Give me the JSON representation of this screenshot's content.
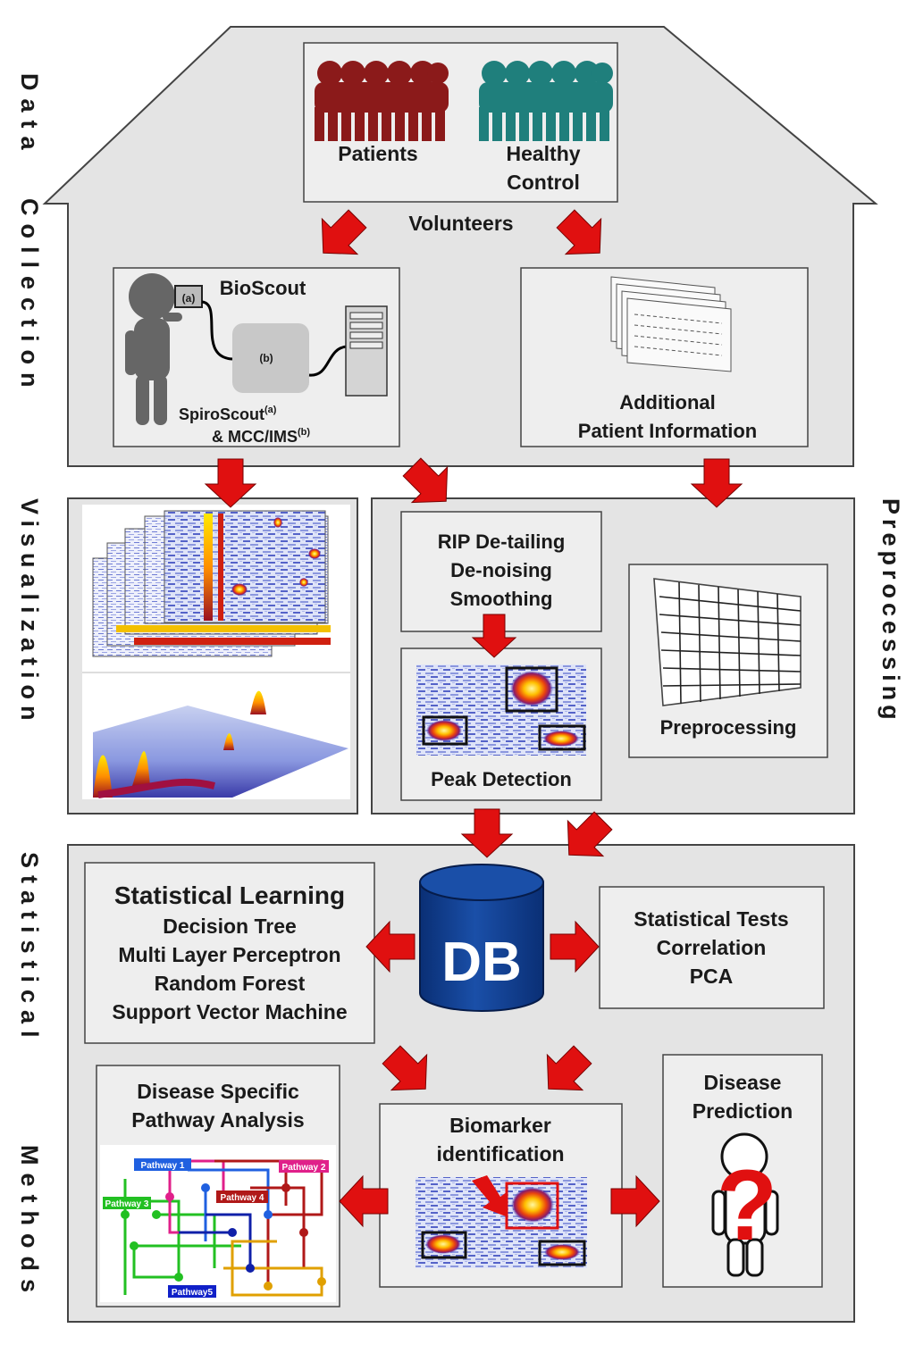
{
  "side_labels": {
    "data_collection": [
      "Data",
      "Collection"
    ],
    "visualization": "Visualization",
    "preprocessing": "Preprocessing",
    "statistical_methods": [
      "Statistical",
      "Methods"
    ]
  },
  "collection": {
    "patients": "Patients",
    "healthy": [
      "Healthy",
      "Control"
    ],
    "volunteers": "Volunteers",
    "bioscout": "BioScout",
    "label_a": "(a)",
    "label_b": "(b)",
    "spiroscout": "SpiroScout",
    "spiroscout_sup": "(a)",
    "mcc": "& MCC/IMS",
    "mcc_sup": "(b)",
    "additional": [
      "Additional",
      "Patient Information"
    ]
  },
  "preprocessing": {
    "steps": [
      "RIP De-tailing",
      "De-noising",
      "Smoothing"
    ],
    "peak_detection": "Peak Detection",
    "preprocessing": "Preprocessing"
  },
  "statistics": {
    "learning_title": "Statistical Learning",
    "learning_methods": [
      "Decision Tree",
      "Multi Layer Perceptron",
      "Random Forest",
      "Support Vector Machine"
    ],
    "db": "DB",
    "tests": [
      "Statistical Tests",
      "Correlation",
      "PCA"
    ],
    "pathway_title": [
      "Disease Specific",
      "Pathway Analysis"
    ],
    "pathways": [
      "Pathway 1",
      "Pathway 2",
      "Pathway 3",
      "Pathway 4",
      "Pathway5"
    ],
    "biomarker": [
      "Biomarker",
      "identification"
    ],
    "prediction": [
      "Disease",
      "Prediction"
    ],
    "question": "?"
  },
  "colors": {
    "patients": "#8b1a1a",
    "healthy": "#1f7f7c",
    "arrow": "#e01010",
    "db": "#0d3a87",
    "panel": "#e4e4e4",
    "box": "#eeeeee"
  }
}
